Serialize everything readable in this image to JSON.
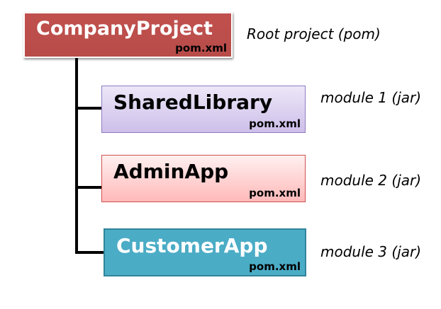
{
  "root": {
    "title": "CompanyProject",
    "file": "pom.xml",
    "caption": "Root project (pom)",
    "color": "#c0504d"
  },
  "modules": [
    {
      "title": "SharedLibrary",
      "file": "pom.xml",
      "caption": "module 1 (jar)",
      "color": "#cdbfe9"
    },
    {
      "title": "AdminApp",
      "file": "pom.xml",
      "caption": "module 2 (jar)",
      "color": "#ffc8c8"
    },
    {
      "title": "CustomerApp",
      "file": "pom.xml",
      "caption": "module 3 (jar)",
      "color": "#4bacc6"
    }
  ],
  "connector_color": "#000000"
}
